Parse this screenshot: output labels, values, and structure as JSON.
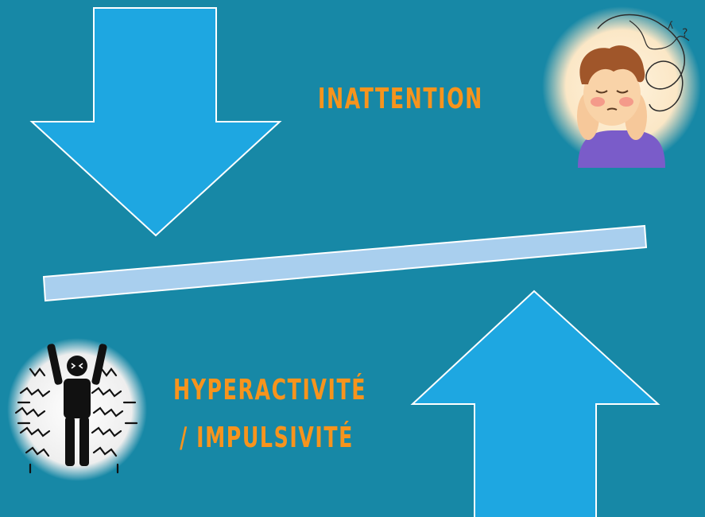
{
  "labels": {
    "top": "INATTENTION",
    "bottom_line1": "HYPERACTIVITÉ",
    "bottom_line2": "/ IMPULSIVITÉ"
  },
  "icons": {
    "top": "distracted-child-icon",
    "bottom": "agitated-person-icon"
  },
  "colors": {
    "background": "#1788a6",
    "arrow_fill": "#1ea7e1",
    "arrow_stroke": "#ffffff",
    "beam": "#a9cfee",
    "label": "#f7941d"
  }
}
